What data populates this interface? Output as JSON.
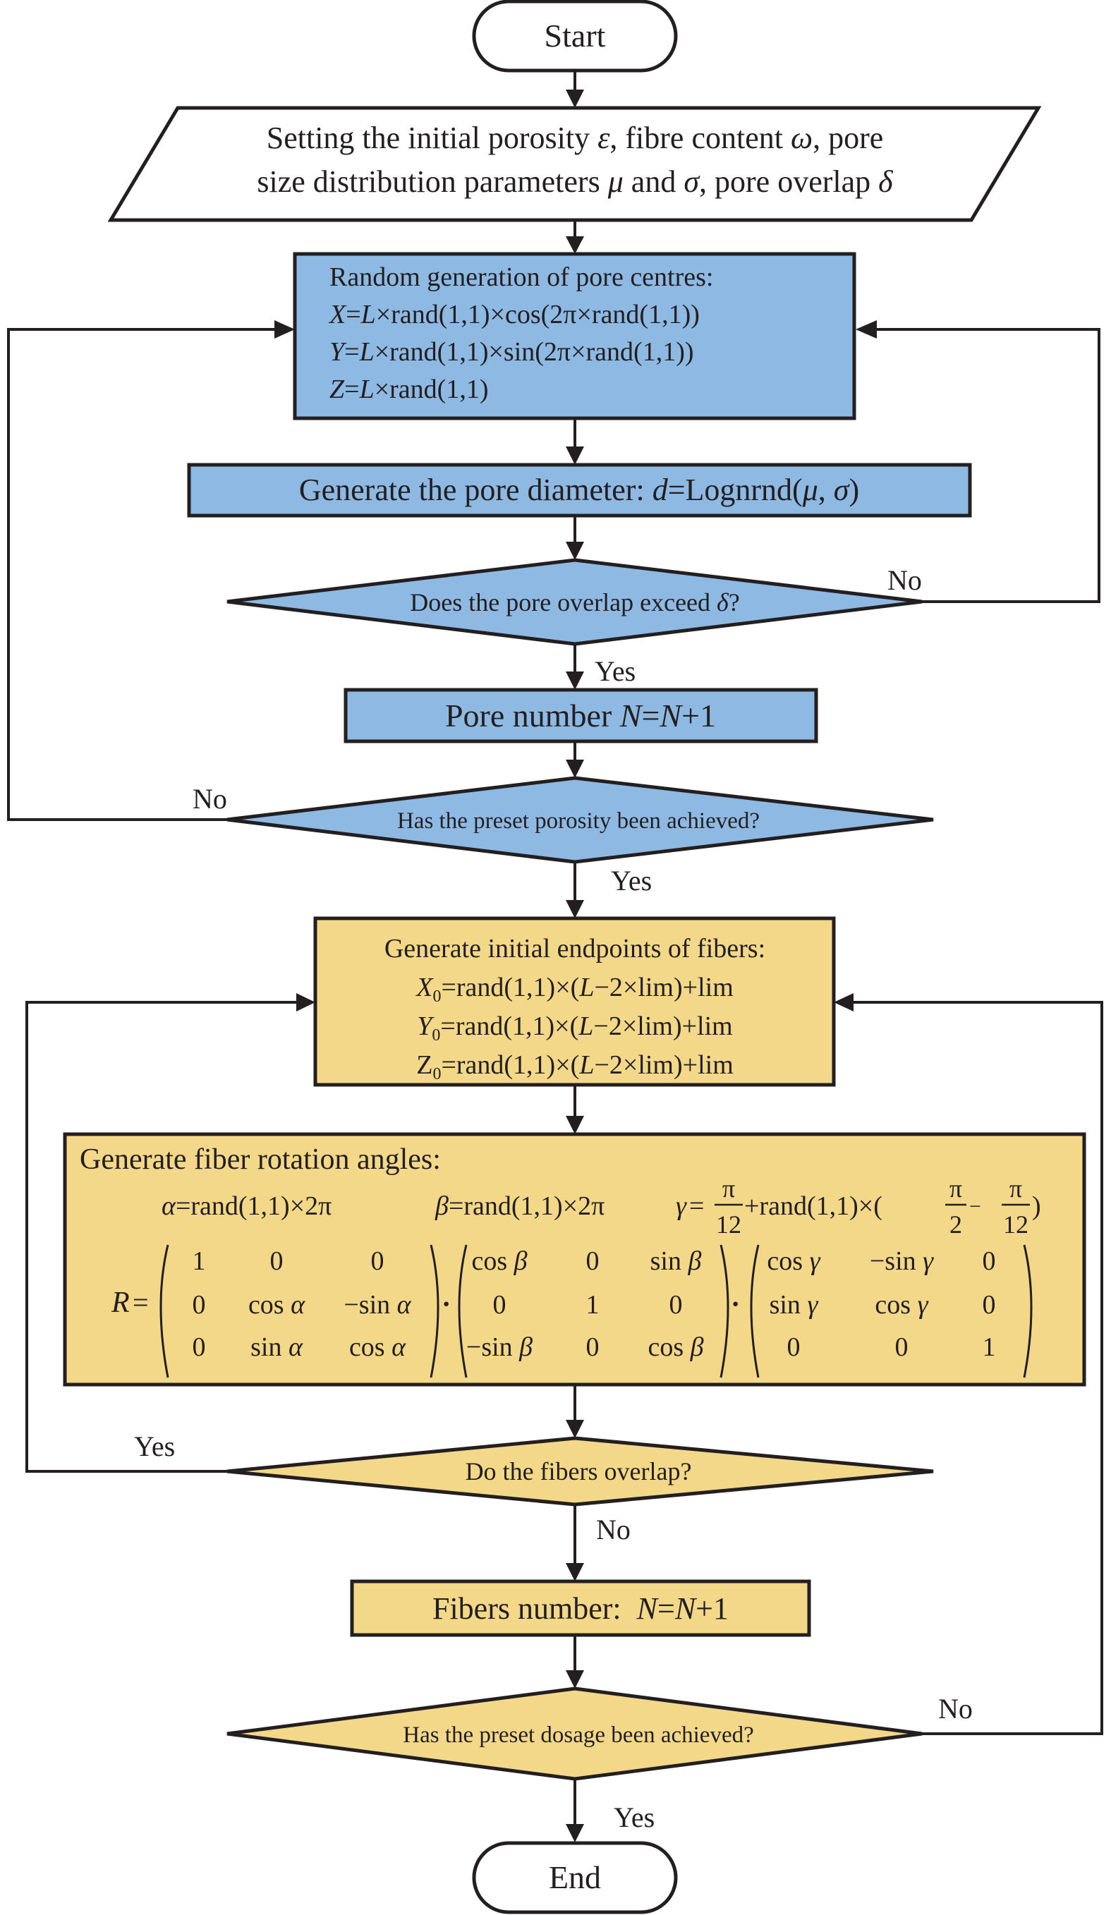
{
  "colors": {
    "pore_phase": "#8eb9e3",
    "fiber_phase": "#f3d88a",
    "line": "#231f20"
  },
  "start": {
    "label": "Start"
  },
  "end": {
    "label": "End"
  },
  "input": {
    "line1": [
      "Setting the initial porosity ",
      "ε",
      ", fibre content ",
      "ω",
      ", pore"
    ],
    "line2": [
      "size distribution parameters ",
      "μ",
      " and ",
      "σ",
      ", pore overlap ",
      "δ"
    ]
  },
  "pore_centres": {
    "title": "Random generation of pore centres:",
    "x_eq": [
      "X",
      "=",
      "L",
      "×rand(1,1)×cos(2π×rand(1,1))"
    ],
    "y_eq": [
      "Y",
      "=",
      "L",
      "×rand(1,1)×sin(2π×rand(1,1))"
    ],
    "z_eq": [
      "Z",
      "=",
      "L",
      "×rand(1,1)"
    ]
  },
  "pore_diameter": {
    "parts": [
      "Generate the pore diameter: ",
      "d",
      "=Lognrnd(",
      "μ",
      ", ",
      "σ",
      ")"
    ]
  },
  "decision_overlap": {
    "parts": [
      "Does the pore overlap exceed ",
      "δ",
      "?"
    ],
    "yes": "Yes",
    "no": "No"
  },
  "pore_number": {
    "parts": [
      "Pore number ",
      "N",
      "=",
      "N",
      "+1"
    ]
  },
  "decision_porosity": {
    "text": "Has the preset porosity been achieved?",
    "yes": "Yes",
    "no": "No"
  },
  "fiber_endpoints": {
    "title": "Generate initial endpoints of fibers:",
    "x_eq": [
      "X",
      "0",
      "=rand(1,1)×(",
      "L",
      "−2×lim)+lim"
    ],
    "y_eq": [
      "Y",
      "0",
      "=rand(1,1)×(",
      "L",
      "−2×lim)+lim"
    ],
    "z_eq": [
      "Z",
      "0",
      "=rand(1,1)×(",
      "L",
      "−2×lim)+lim"
    ]
  },
  "fiber_rotation": {
    "title": "Generate fiber rotation angles:",
    "alpha": [
      "α",
      "=rand(1,1)×2π"
    ],
    "beta": [
      "β",
      "=rand(1,1)×2π"
    ],
    "gamma": [
      "γ",
      "=",
      "+rand(1,1)×(",
      "−",
      ")"
    ],
    "gamma_fracs": {
      "pi": "π",
      "d12": "12",
      "d2": "2"
    },
    "r_label": "R",
    "eq": "=",
    "dot": "·",
    "matrix_a": [
      [
        "1",
        "0",
        "0"
      ],
      [
        "0",
        "cos α",
        "−sin α"
      ],
      [
        "0",
        "sin α",
        "cos α"
      ]
    ],
    "matrix_b": [
      [
        "cos β",
        "0",
        "sin β"
      ],
      [
        "0",
        "1",
        "0"
      ],
      [
        "−sin β",
        "0",
        "cos β"
      ]
    ],
    "matrix_c": [
      [
        "cos γ",
        "−sin γ",
        "0"
      ],
      [
        "sin γ",
        "cos γ",
        "0"
      ],
      [
        "0",
        "0",
        "1"
      ]
    ]
  },
  "decision_fibers": {
    "text": "Do the fibers overlap?",
    "yes": "Yes",
    "no": "No"
  },
  "fiber_number": {
    "parts": [
      "Fibers number:  ",
      "N",
      "=",
      "N",
      "+1"
    ]
  },
  "decision_dosage": {
    "text": "Has the preset dosage been achieved?",
    "yes": "Yes",
    "no": "No"
  }
}
